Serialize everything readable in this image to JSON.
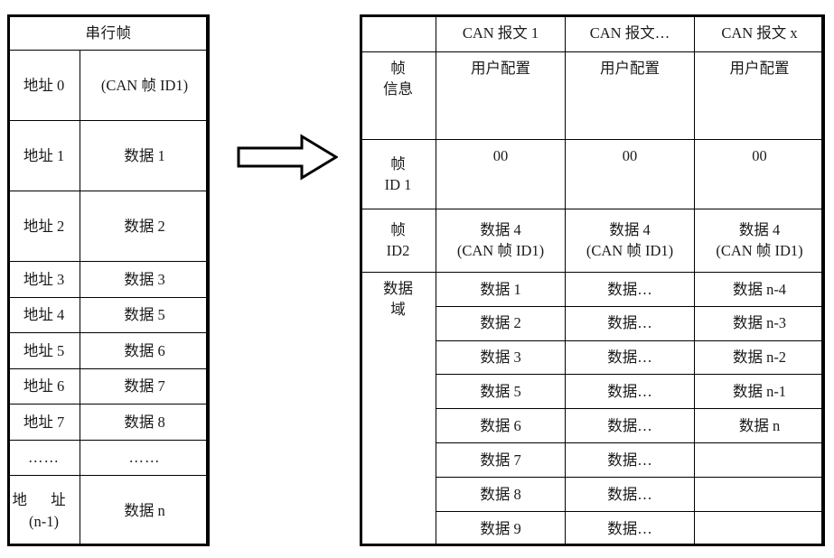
{
  "title_note": "CAN frame mapping diagram",
  "left_table": {
    "header": "串行帧",
    "rows": [
      {
        "addr": "地址 0",
        "addr2": "",
        "value": "(CAN 帧 ID1)",
        "color": "orange",
        "tall": true
      },
      {
        "addr": "地址 1",
        "addr2": "",
        "value": "数据 1",
        "color": "blue",
        "tall": true
      },
      {
        "addr": "地址 2",
        "addr2": "",
        "value": "数据 2",
        "color": "blue",
        "tall": true
      },
      {
        "addr": "地址 3",
        "addr2": "",
        "value": "数据 3",
        "color": "blue",
        "tall": false
      },
      {
        "addr": "地址 4",
        "addr2": "",
        "value": "数据 5",
        "color": "blue",
        "tall": false
      },
      {
        "addr": "地址 5",
        "addr2": "",
        "value": "数据 6",
        "color": "blue",
        "tall": false
      },
      {
        "addr": "地址 6",
        "addr2": "",
        "value": "数据 7",
        "color": "blue",
        "tall": false
      },
      {
        "addr": "地址 7",
        "addr2": "",
        "value": "数据 8",
        "color": "blue",
        "tall": false
      },
      {
        "addr": "……",
        "addr2": "",
        "value": "……",
        "color": "plain",
        "tall": false
      },
      {
        "addr": "地 址",
        "addr2": "(n-1)",
        "value": "数据 n",
        "color": "blue",
        "tall": true
      }
    ]
  },
  "arrow": {
    "icon": "right-block-arrow-icon",
    "stroke": "#000000",
    "fill": "#ffffff"
  },
  "right_table": {
    "corner": "",
    "columns": [
      "CAN 报文 1",
      "CAN 报文…",
      "CAN 报文 x"
    ],
    "sections": [
      {
        "label_lines": [
          "帧",
          "信息"
        ],
        "name": "frame-info",
        "cells": [
          {
            "lines": [
              "用户配置"
            ],
            "color": "plain"
          },
          {
            "lines": [
              "用户配置"
            ],
            "color": "plain"
          },
          {
            "lines": [
              "用户配置"
            ],
            "color": "plain"
          }
        ]
      },
      {
        "label_lines": [
          "帧",
          "ID 1"
        ],
        "name": "frame-id-1",
        "cells": [
          {
            "lines": [
              "00"
            ],
            "color": "plain"
          },
          {
            "lines": [
              "00"
            ],
            "color": "plain"
          },
          {
            "lines": [
              "00"
            ],
            "color": "plain"
          }
        ]
      },
      {
        "label_lines": [
          "帧",
          "ID2"
        ],
        "name": "frame-id-2",
        "cells": [
          {
            "lines": [
              "数据 4",
              "(CAN 帧 ID1)"
            ],
            "color": "orange"
          },
          {
            "lines": [
              "数据 4",
              "(CAN 帧 ID1)"
            ],
            "color": "orange"
          },
          {
            "lines": [
              "数据 4",
              "(CAN 帧 ID1)"
            ],
            "color": "orange"
          }
        ]
      }
    ],
    "data_section": {
      "label_lines": [
        "数据",
        "域"
      ],
      "name": "data-field",
      "rows": [
        [
          "数据 1",
          "数据…",
          "数据 n-4"
        ],
        [
          "数据 2",
          "数据…",
          "数据 n-3"
        ],
        [
          "数据 3",
          "数据…",
          "数据 n-2"
        ],
        [
          "数据 5",
          "数据…",
          "数据 n-1"
        ],
        [
          "数据 6",
          "数据…",
          "数据 n"
        ],
        [
          "数据 7",
          "数据…",
          ""
        ],
        [
          "数据 8",
          "数据…",
          ""
        ],
        [
          "数据 9",
          "数据…",
          ""
        ]
      ],
      "color": "blue"
    }
  },
  "colors": {
    "blue": "#2f3c9e",
    "orange": "#e8622a",
    "text": "#1a1a1a",
    "border": "#000000"
  }
}
